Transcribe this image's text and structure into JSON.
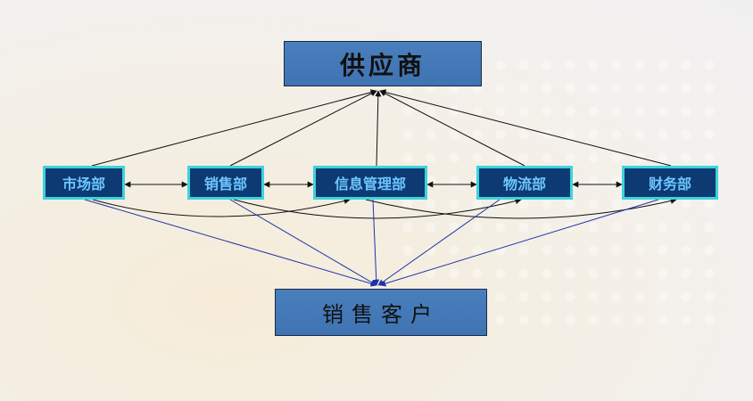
{
  "supplier": {
    "label": "供应商"
  },
  "customer": {
    "label": "销售客户"
  },
  "departments": [
    {
      "id": "market",
      "label": "市场部"
    },
    {
      "id": "sales",
      "label": "销售部"
    },
    {
      "id": "info",
      "label": "信息管理部"
    },
    {
      "id": "logistics",
      "label": "物流部"
    },
    {
      "id": "finance",
      "label": "财务部"
    }
  ],
  "colors": {
    "dept_fill": "#0d3a73",
    "dept_border": "#3ed3dc",
    "dept_text": "#6ec6ff",
    "box_fill": "#4a7fbe",
    "arrow_black": "#111111",
    "arrow_blue": "#1f33a8"
  }
}
